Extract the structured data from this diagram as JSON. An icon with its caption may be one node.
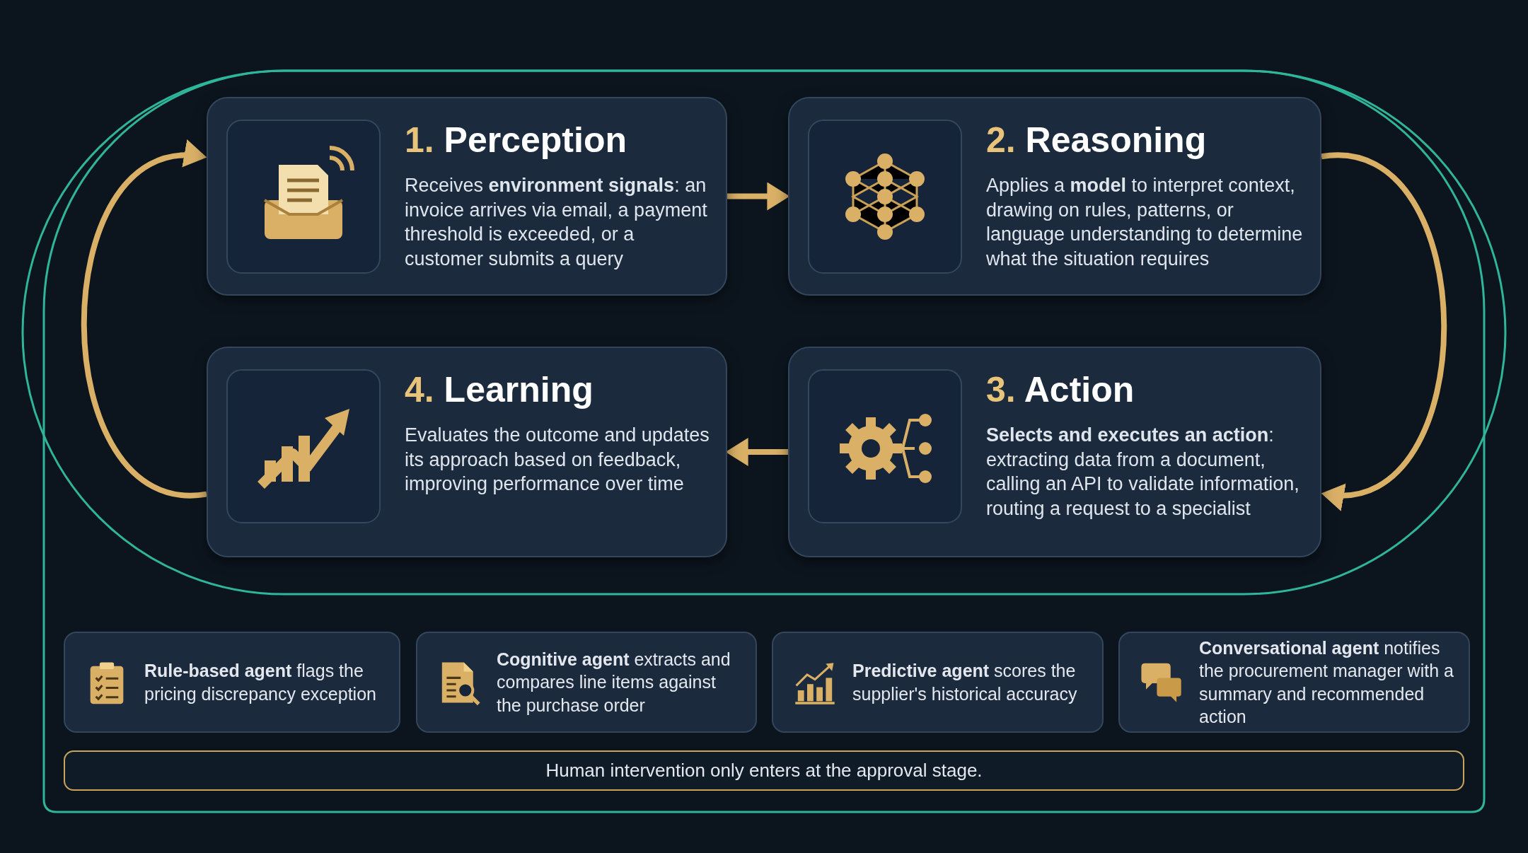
{
  "diagram": {
    "nodes": [
      {
        "text": [
          "1. Perception",
          "Receives **environment signals**: an invoice arrives via email, a payment threshold is exceeded, or a customer submits a query"
        ]
      },
      {
        "text": [
          "2. Reasoning",
          "Applies a **model** to interpret context, drawing on rules, patterns, or language understanding to determine what the situation requires"
        ]
      },
      {
        "text": [
          "3. Action",
          "**Selects and executes an action**: extracting data from a document, calling an API to validate information, routing a request to a specialist"
        ]
      },
      {
        "text": [
          "4. Learning",
          "Evaluates the outcome and updates its approach based on feedback, improving performance over time"
        ]
      },
      {
        "text": [
          "**Rule-based agent** flags the pricing discrepancy exception"
        ]
      },
      {
        "text": [
          "**Cognitive agent** extracts and compares line items against the purchase order"
        ]
      },
      {
        "text": [
          "**Predictive agent** scores the supplier's historical accuracy"
        ]
      },
      {
        "text": [
          "**Conversational agent** notifies the procurement manager with a summary and recommended action"
        ]
      },
      {
        "text": [
          "Human intervention only enters at the approval stage."
        ]
      }
    ],
    "edges": [
      {
        "from": 0,
        "to": 1,
        "arrow": "to"
      },
      {
        "from": 1,
        "to": 2,
        "arrow": "to"
      },
      {
        "from": 2,
        "to": 3,
        "arrow": "to"
      },
      {
        "from": 3,
        "to": 0,
        "arrow": "to"
      }
    ]
  }
}
